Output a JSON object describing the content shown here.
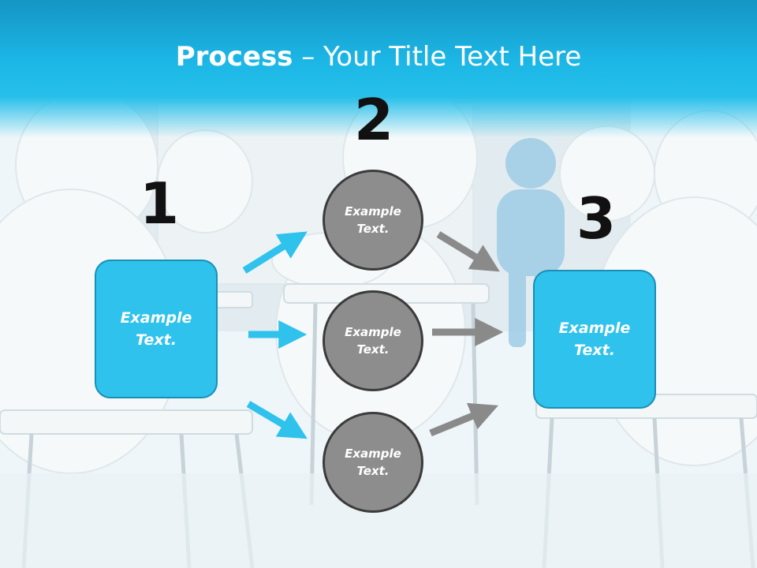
{
  "title": {
    "bold": "Process",
    "rest": " – Your Title Text Here"
  },
  "steps": [
    {
      "number": "1",
      "label": "Example Text."
    },
    {
      "number": "2",
      "labels": [
        "Example Text.",
        "Example Text.",
        "Example Text."
      ]
    },
    {
      "number": "3",
      "label": "Example Text."
    }
  ],
  "colors": {
    "accent": "#2fc2ec",
    "accent_border": "#1a8fb5",
    "circle": "#8d8d8d",
    "arrow_gray": "#8a8a8a",
    "header": "#1cb7e6"
  }
}
